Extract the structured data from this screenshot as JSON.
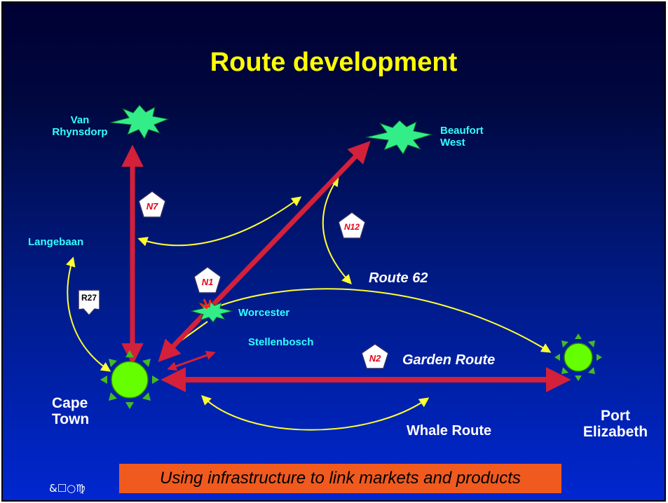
{
  "slide": {
    "title": "Route development",
    "banner": "Using infrastructure to link markets and products",
    "logo": "&☐○♍"
  },
  "places": {
    "van_rhynsdorp": "Van\nRhynsdorp",
    "beaufort_west": "Beaufort\nWest",
    "langebaan": "Langebaan",
    "worcester": "Worcester",
    "stellenbosch": "Stellenbosch",
    "cape_town": "Cape\nTown",
    "port_elizabeth": "Port\nElizabeth"
  },
  "routes": {
    "route_62": "Route 62",
    "garden_route": "Garden Route",
    "whale_route": "Whale Route"
  },
  "road_shields": {
    "n7": "N7",
    "n12": "N12",
    "n1": "N1",
    "n2": "N2",
    "r27": "R27"
  },
  "colors": {
    "highway": "#d4203a",
    "tourist_route": "#ffff33",
    "place_label": "#33ffff",
    "title": "#ffff00",
    "banner": "#f05a1e"
  }
}
